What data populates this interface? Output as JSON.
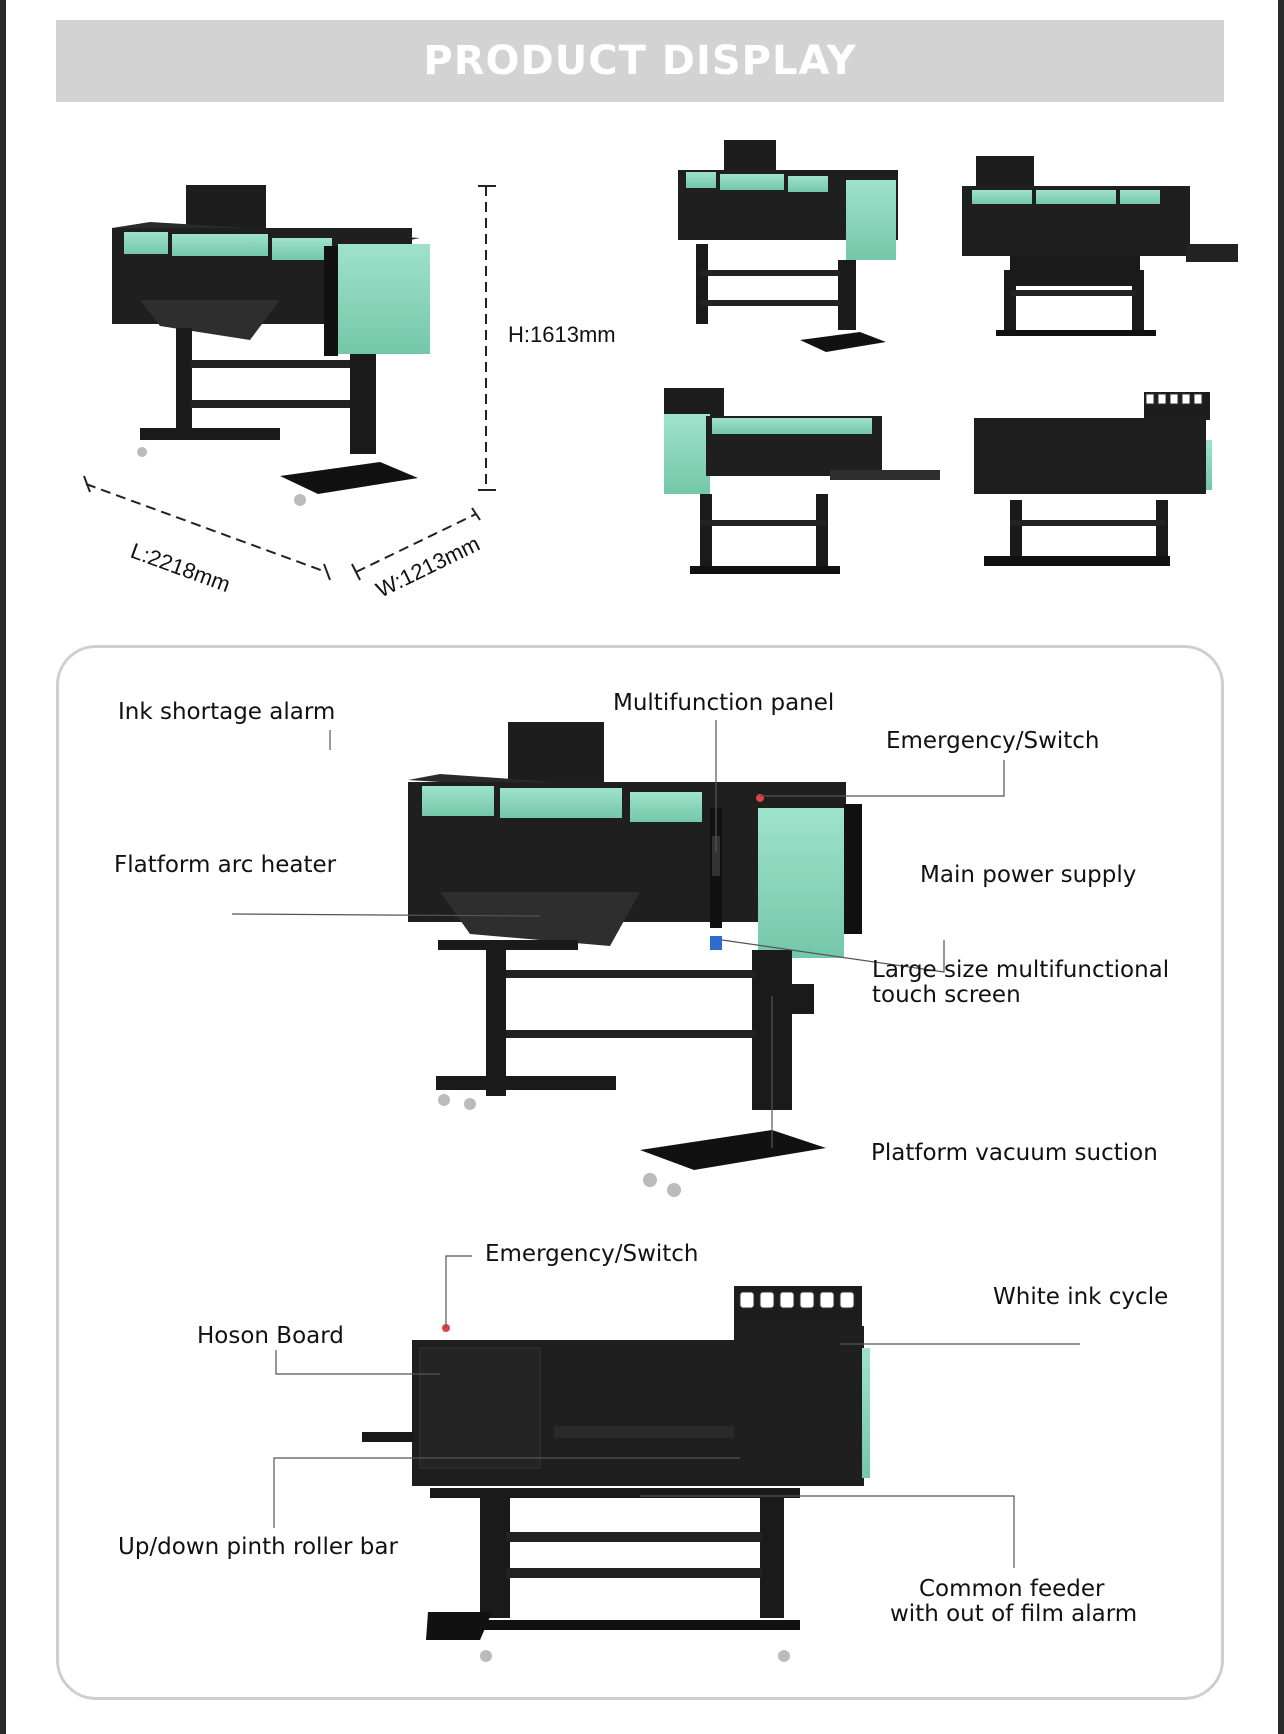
{
  "header": {
    "title": "PRODUCT DISPLAY"
  },
  "dimensions": {
    "height": "H:1613mm",
    "length": "L:2218mm",
    "width": "W:1213mm"
  },
  "callouts_main": {
    "ink_shortage_alarm": "Ink shortage alarm",
    "multifunction_panel": "Multifunction panel",
    "emergency_switch": "Emergency/Switch",
    "flatform_arc_heater": "Flatform arc heater",
    "main_power_supply": "Main power supply",
    "touch_screen_line1": "Large size multifunctional",
    "touch_screen_line2": "touch screen",
    "platform_vacuum_suction": "Platform vacuum suction"
  },
  "callouts_back": {
    "emergency_switch": "Emergency/Switch",
    "white_ink_cycle": "White ink cycle",
    "hoson_board": "Hoson Board",
    "pinch_roller_bar": "Up/down pinth roller bar",
    "common_feeder_line1": "Common feeder",
    "common_feeder_line2": "with out of film alarm"
  },
  "colors": {
    "panel_green": "#8fd8bf",
    "machine_black": "#1d1d1d",
    "header_gray": "#d3d3d3"
  }
}
